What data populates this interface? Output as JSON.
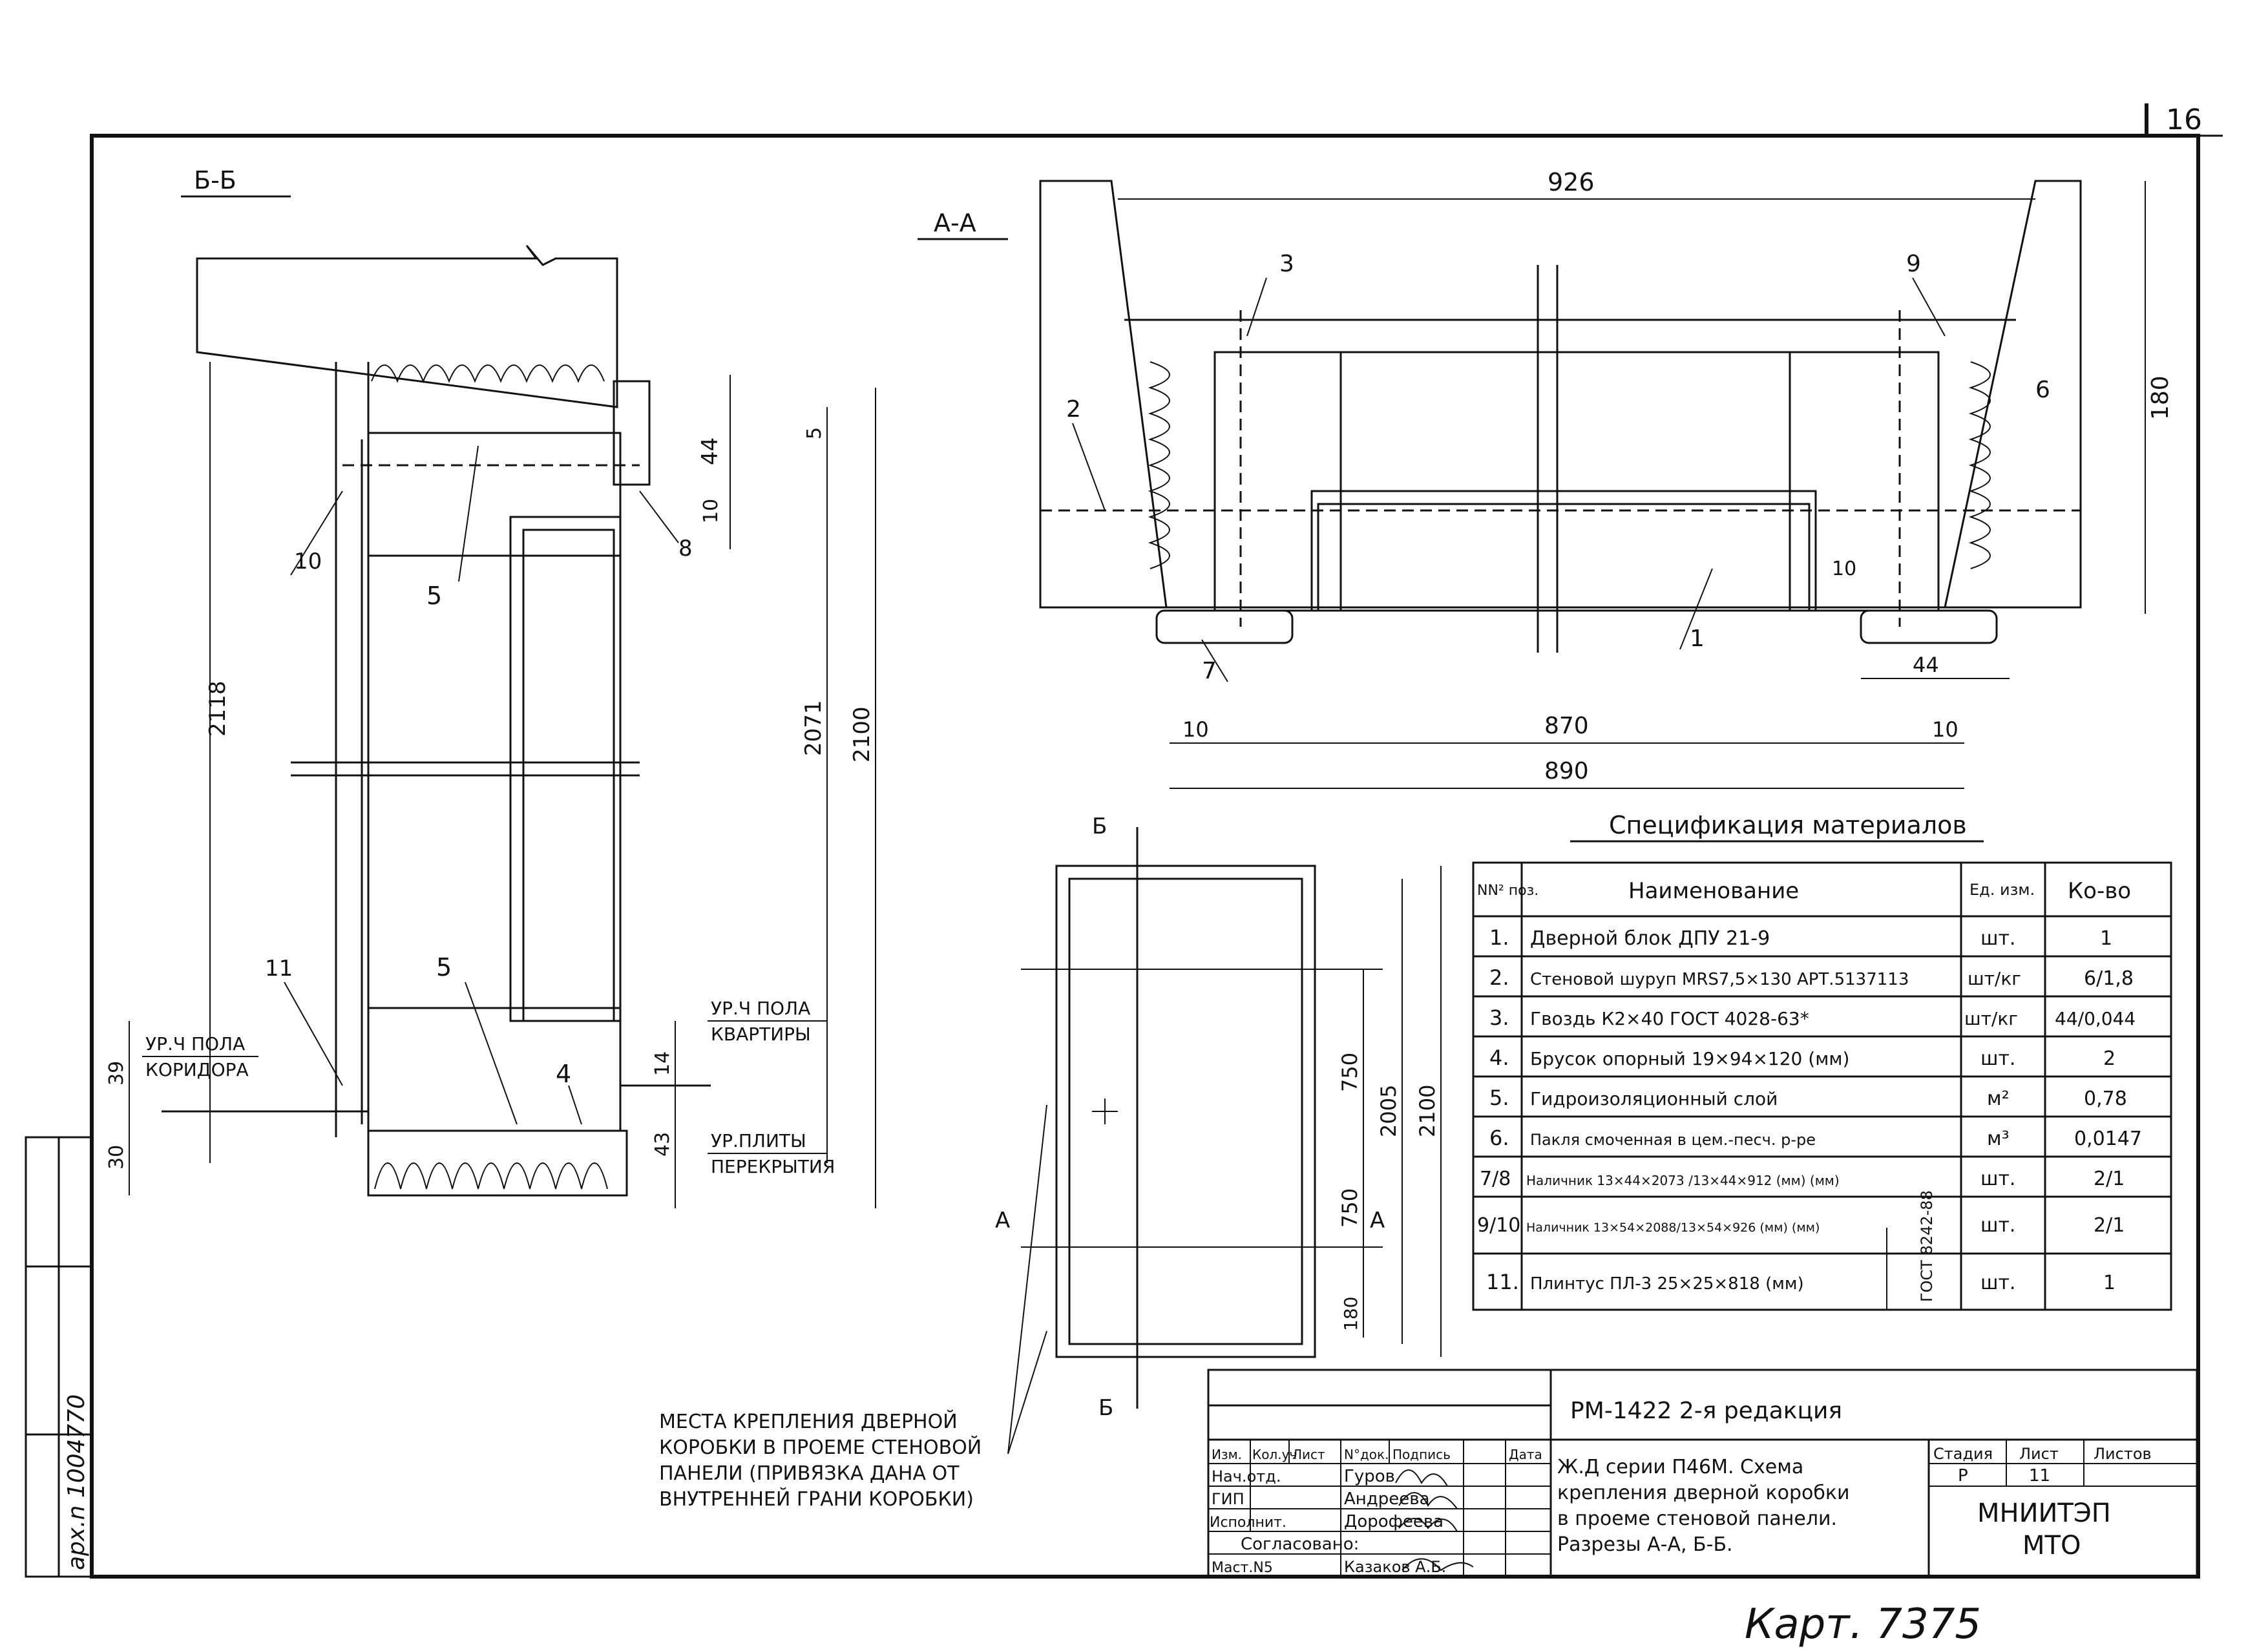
{
  "sheet": {
    "page_number": "16",
    "archive_note": "арх.n 1004770"
  },
  "sections": {
    "bb": {
      "title": "Б-Б",
      "dims": [
        "2118",
        "44",
        "10",
        "5",
        "2071",
        "2100",
        "39",
        "30",
        "14",
        "43"
      ],
      "callouts": [
        "10",
        "5",
        "8",
        "11",
        "5",
        "4"
      ],
      "labels": {
        "floor_corridor_1": "УР.Ч ПОЛА",
        "floor_corridor_2": "КОРИДОРА",
        "floor_apartment_1": "УР.Ч ПОЛА",
        "floor_apartment_2": "КВАРТИРЫ",
        "slab_1": "УР.ПЛИТЫ",
        "slab_2": "ПЕРЕКРЫТИЯ"
      }
    },
    "aa": {
      "title": "А-А",
      "dims": [
        "926",
        "180",
        "870",
        "890",
        "10",
        "10",
        "44",
        "10"
      ],
      "callouts": [
        "3",
        "9",
        "2",
        "6",
        "1",
        "7"
      ]
    },
    "elevation": {
      "marks": [
        "Б",
        "Б",
        "А",
        "А"
      ],
      "dims": [
        "750",
        "2005",
        "2100",
        "750",
        "180"
      ]
    }
  },
  "mounting_note": [
    "МЕСТА КРЕПЛЕНИЯ ДВЕРНОЙ",
    "КОРОБКИ В ПРОЕМЕ СТЕНОВОЙ",
    "ПАНЕЛИ (ПРИВЯЗКА ДАНА ОТ",
    "ВНУТРЕННЕЙ ГРАНИ КОРОБКИ)"
  ],
  "spec": {
    "title": "Спецификация материалов",
    "headers": {
      "pos": "NN² поз.",
      "name": "Наименование",
      "unit": "Ед. изм.",
      "qty": "Ко-во"
    },
    "rows": [
      {
        "pos": "1.",
        "name": "Дверной блок ДПУ 21-9",
        "unit": "шт.",
        "qty": "1"
      },
      {
        "pos": "2.",
        "name": "Стеновой шуруп MRS7,5×130 АРТ.5137113",
        "unit": "шт/кг",
        "qty": "6/1,8"
      },
      {
        "pos": "3.",
        "name": "Гвоздь К2×40 ГОСТ 4028-63*",
        "unit": "шт/кг",
        "qty": "44/0,044"
      },
      {
        "pos": "4.",
        "name": "Брусок опорный 19×94×120 (мм)",
        "unit": "шт.",
        "qty": "2"
      },
      {
        "pos": "5.",
        "name": "Гидроизоляционный слой",
        "unit": "м²",
        "qty": "0,78"
      },
      {
        "pos": "6.",
        "name": "Пакля смоченная в цем.-песч. р-ре",
        "unit": "м³",
        "qty": "0,0147"
      },
      {
        "pos": "7/8",
        "name": "Наличник 13×44×2073 /13×44×912 (мм) (мм)",
        "unit": "шт.",
        "qty": "2/1"
      },
      {
        "pos": "9/10",
        "name": "Наличник 13×54×2088/13×54×926 (мм) (мм)",
        "unit": "шт.",
        "qty": "2/1"
      },
      {
        "pos": "11.",
        "name": "Плинтус ПЛ-3 25×25×818 (мм)",
        "unit": "шт.",
        "qty": "1"
      }
    ],
    "gost_note": "ГОСТ 8242-88"
  },
  "title_block": {
    "doc_code": "РМ-1422 2-я редакция",
    "title_lines": [
      "Ж.Д серии П46М. Схема",
      "крепления дверной коробки",
      "в проеме стеновой панели.",
      "Разрезы А-А, Б-Б."
    ],
    "header_cols": [
      "Изм.",
      "Кол.уч",
      "Лист",
      "N°док.",
      "Подпись",
      "Дата"
    ],
    "people": [
      {
        "role": "Нач.отд.",
        "name": "Гуров"
      },
      {
        "role": "ГИП",
        "name": "Андреева"
      },
      {
        "role": "Исполнит.",
        "name": "Дорофеева"
      }
    ],
    "agreed": "Согласовано:",
    "agreed_person": {
      "role": "Маст.N5",
      "name": "Казаков А.Б."
    },
    "stage_headers": [
      "Стадия",
      "Лист",
      "Листов"
    ],
    "stage_values": [
      "Р",
      "11",
      ""
    ],
    "org": [
      "МНИИТЭП",
      "МТО"
    ]
  },
  "handwritten_card": "Карт. 7375"
}
